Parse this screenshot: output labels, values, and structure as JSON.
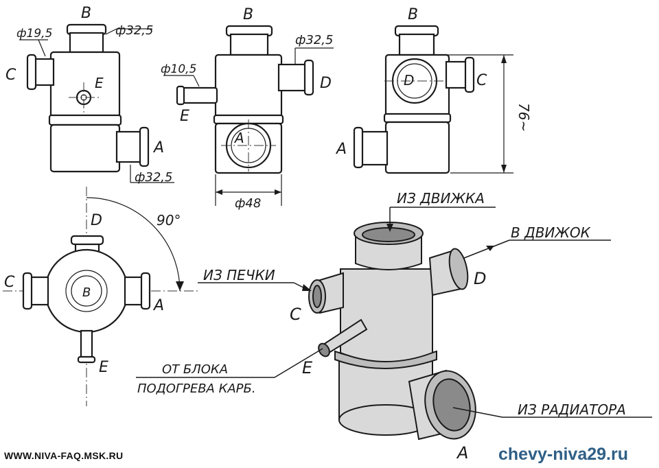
{
  "labels": {
    "port_a": "A",
    "port_b": "B",
    "port_c": "C",
    "port_d": "D",
    "port_e": "E"
  },
  "dimensions": {
    "d19_5": "ф19,5",
    "d32_5": "ф32,5",
    "d10_5": "ф10,5",
    "d48": "ф48",
    "h76": "76~",
    "angle90": "90°"
  },
  "annotations": {
    "from_valve": "ИЗ ДВИЖКА",
    "to_valve": "В ДВИЖОК",
    "from_heater": "ИЗ ПЕЧКИ",
    "from_block_line1": "ОТ БЛОКА",
    "from_block_line2": "ПОДОГРЕВА КАРБ.",
    "from_radiator": "ИЗ РАДИАТОРА"
  },
  "footer": {
    "left": "WWW.NIVA-FAQ.MSK.RU",
    "right": "chevy-niva29.ru"
  },
  "colors": {
    "ink": "#1a1a1a",
    "watermark": "#2f5f86"
  }
}
